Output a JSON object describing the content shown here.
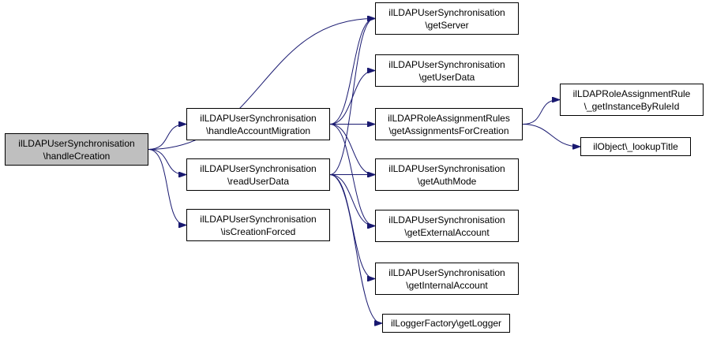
{
  "colors": {
    "edge": "#191970",
    "border": "#000000",
    "root_fill": "#bfbfbf",
    "node_fill": "#ffffff"
  },
  "nodes": {
    "root": {
      "line1": "ilLDAPUserSynchronisation",
      "line2": "\\handleCreation"
    },
    "migration": {
      "line1": "ilLDAPUserSynchronisation",
      "line2": "\\handleAccountMigration"
    },
    "readuser": {
      "line1": "ilLDAPUserSynchronisation",
      "line2": "\\readUserData"
    },
    "forced": {
      "line1": "ilLDAPUserSynchronisation",
      "line2": "\\isCreationForced"
    },
    "getserver": {
      "line1": "ilLDAPUserSynchronisation",
      "line2": "\\getServer"
    },
    "getuserdata": {
      "line1": "ilLDAPUserSynchronisation",
      "line2": "\\getUserData"
    },
    "assignments": {
      "line1": "ilLDAPRoleAssignmentRules",
      "line2": "\\getAssignmentsForCreation"
    },
    "authmode": {
      "line1": "ilLDAPUserSynchronisation",
      "line2": "\\getAuthMode"
    },
    "external": {
      "line1": "ilLDAPUserSynchronisation",
      "line2": "\\getExternalAccount"
    },
    "internal": {
      "line1": "ilLDAPUserSynchronisation",
      "line2": "\\getInternalAccount"
    },
    "logger": {
      "line1": "ilLoggerFactory\\getLogger"
    },
    "rulebyid": {
      "line1": "ilLDAPRoleAssignmentRule",
      "line2": "\\_getInstanceByRuleId"
    },
    "lookup": {
      "line1": "ilObject\\_lookupTitle"
    }
  },
  "edges": [
    [
      "root",
      "migration"
    ],
    [
      "root",
      "readuser"
    ],
    [
      "root",
      "forced"
    ],
    [
      "root",
      "getserver"
    ],
    [
      "migration",
      "getserver"
    ],
    [
      "migration",
      "getuserdata"
    ],
    [
      "migration",
      "assignments"
    ],
    [
      "migration",
      "authmode"
    ],
    [
      "migration",
      "external"
    ],
    [
      "readuser",
      "getserver"
    ],
    [
      "readuser",
      "authmode"
    ],
    [
      "readuser",
      "external"
    ],
    [
      "readuser",
      "internal"
    ],
    [
      "readuser",
      "logger"
    ],
    [
      "assignments",
      "rulebyid"
    ],
    [
      "assignments",
      "lookup"
    ]
  ]
}
